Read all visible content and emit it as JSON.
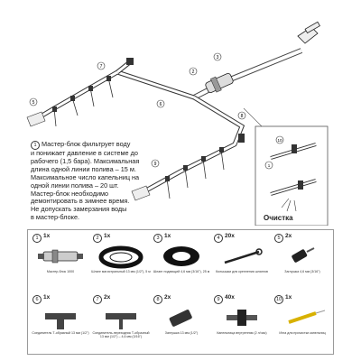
{
  "description": {
    "lines": [
      "Мастер-блок фильтрует воду",
      "и понижает давление в системе до",
      "рабочего (1,5 бара). Максимальная",
      "длина одной линии полива – 15 м.",
      "Максимальное число капельниц на",
      "одной линии полива – 20 шт.",
      "Мастер-блок необходимо",
      "демонтировать в зимнее время.",
      "Не допускать замерзания воды",
      "в мастер-блоке."
    ],
    "number": "1"
  },
  "callout": {
    "label": "Очистка",
    "numbers": [
      "10",
      "1"
    ]
  },
  "diagram_numbers": [
    "1",
    "2",
    "3",
    "4",
    "5",
    "6",
    "7",
    "8",
    "9",
    "10"
  ],
  "kit": [
    {
      "n": "1",
      "qty": "1x",
      "caption": "Мастер-блок 1000",
      "icon": "master-block-icon"
    },
    {
      "n": "2",
      "qty": "1x",
      "caption": "Шланг магистральный 13 мм (1/2\"), 5 м",
      "icon": "hose-coil-icon"
    },
    {
      "n": "3",
      "qty": "1x",
      "caption": "Шланг подающий 4,6 мм (3/16\"), 25 м",
      "icon": "thin-hose-coil-icon"
    },
    {
      "n": "4",
      "qty": "20x",
      "caption": "Кольышки для крепления шлангов",
      "icon": "ground-stake-icon"
    },
    {
      "n": "5",
      "qty": "2x",
      "caption": "Заглушка 4,6 мм (3/16\")",
      "icon": "end-plug-small-icon"
    },
    {
      "n": "6",
      "qty": "1x",
      "caption": "Соединитель Т-образный 13 мм (1/2\")",
      "icon": "t-connector-icon"
    },
    {
      "n": "7",
      "qty": "2x",
      "caption": "Соединитель-переходник Т-образный 13 мм (1/2\") – 4,6 мм (3/16\")",
      "icon": "t-reducer-icon"
    },
    {
      "n": "8",
      "qty": "2x",
      "caption": "Заглушка 13 мм (1/2\")",
      "icon": "end-plug-large-icon"
    },
    {
      "n": "9",
      "qty": "40x",
      "caption": "Капельница внутренняя (2 л/час)",
      "icon": "dripper-icon"
    },
    {
      "n": "10",
      "qty": "1x",
      "caption": "Игла для прочистки капельниц",
      "icon": "cleaning-needle-icon"
    }
  ]
}
